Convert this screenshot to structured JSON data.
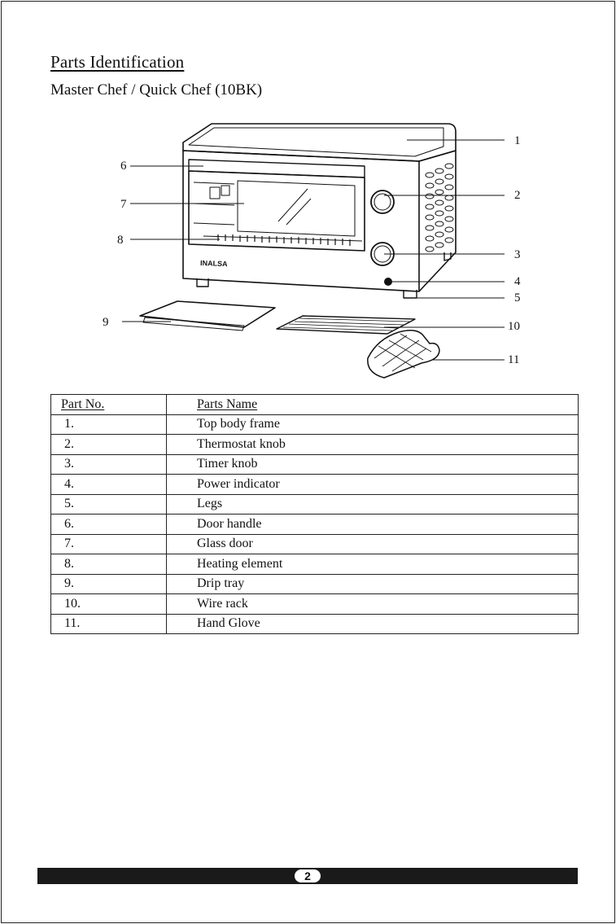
{
  "section_title": "Parts  Identification",
  "model_title": "Master Chef / Quick Chef (10BK)",
  "diagram": {
    "brand": "INALSA",
    "callouts": [
      "1",
      "2",
      "3",
      "4",
      "5",
      "6",
      "7",
      "8",
      "9",
      "10",
      "11"
    ]
  },
  "table": {
    "headers": [
      "Part No.",
      "Parts  Name"
    ],
    "rows": [
      {
        "no": "1.",
        "name": "Top body frame"
      },
      {
        "no": "2.",
        "name": "Thermostat knob"
      },
      {
        "no": "3.",
        "name": "Timer knob"
      },
      {
        "no": "4.",
        "name": "Power indicator"
      },
      {
        "no": "5.",
        "name": "Legs"
      },
      {
        "no": "6.",
        "name": "Door handle"
      },
      {
        "no": "7.",
        "name": "Glass door"
      },
      {
        "no": "8.",
        "name": "Heating element"
      },
      {
        "no": "9.",
        "name": "Drip tray"
      },
      {
        "no": "10.",
        "name": "Wire rack"
      },
      {
        "no": "11.",
        "name": "Hand Glove"
      }
    ]
  },
  "footer": {
    "page_number": "2"
  }
}
